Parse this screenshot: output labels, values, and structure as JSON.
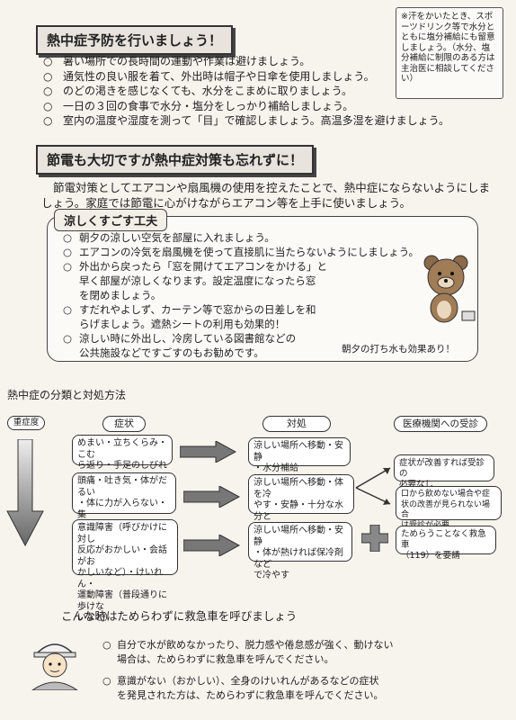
{
  "section1": {
    "title": "熱中症予防を行いましょう！",
    "note": "※汗をかいたとき、スポーツドリンク等で水分とともに塩分補給にも留意しましょう。（水分、塩分補給に制限のある方は主治医に相談してください）",
    "items": [
      "暑い場所での長時間の運動や作業は避けましょう。",
      "通気性の良い服を着て、外出時は帽子や日傘を使用しましょう。",
      "のどの渇きを感じなくても、水分をこまめに取りましょう。",
      "一日の３回の食事で水分・塩分をしっかり補給しましょう。",
      "室内の温度や湿度を測って「目」で確認しましょう。高温多湿を避けましょう。"
    ]
  },
  "section2": {
    "title": "節電も大切ですが熱中症対策も忘れずに！",
    "intro": "節電対策としてエアコンや扇風機の使用を控えたことで、熱中症にならないようにしましょう。家庭では節電に心がけながらエアコン等を上手に使いましょう。",
    "subtitle": "涼しくすごす工夫",
    "items": [
      "朝夕の涼しい空気を部屋に入れましょう。",
      "エアコンの冷気を扇風機を使って直接肌に当たらないようにしましょう。",
      "外出から戻ったら「窓を開けてエアコンをかける」と\n早く部屋が涼しくなります。設定温度になったら窓\nを閉めましょう。",
      "すだれやよしず、カーテン等で窓からの日差しを和\nらげましょう。遮熱シートの利用も効果的！",
      "涼しい時に外出し、冷房している図書館などの\n公共施設などですごすのもお勧めです。"
    ],
    "caption": "朝夕の打ち水も効果あり！"
  },
  "section3": {
    "title": "熱中症の分類と対処方法",
    "severity_label": "重症度",
    "col_symptom": "症状",
    "col_treatment": "対処",
    "col_medical": "医療機関への受診",
    "rows": [
      {
        "symptom": "めまい・立ちくらみ・こむ\nら返り・手足のしびれ",
        "treatment": "涼しい場所へ移動・安静\n・水分補給"
      },
      {
        "symptom": "頭痛・吐き気・体がだるい\n・体に力が入らない・集\n中力や判断力の低下",
        "treatment": "涼しい場所へ移動・体を冷\nやす・安静・十分な水分と\n塩分の補給"
      },
      {
        "symptom": "意識障害（呼びかけに対し\n反応がおかしい・会話がお\nかしいなど）・けいれん・\n運動障害（普段通りに歩けな\nいなど）",
        "treatment": "涼しい場所へ移動・安静\n・体が熱ければ保冷剤など\nで冷やす"
      }
    ],
    "medical": [
      "症状が改善すれば受診の\n必要なし",
      "口から飲めない場合や症\n状の改善が見られない場合\nは受診が必要",
      "ためらうことなく救急車\n（119）を要請"
    ]
  },
  "section4": {
    "title": "こんな時はためらわずに救急車を呼びましょう",
    "items": [
      "自分で水が飲めなかったり、脱力感や倦怠感が強く、動けない\n場合は、ためらわずに救急車を呼んでください。",
      "意識がない（おかしい）、全身のけいれんがあるなどの症状\nを発見された方は、ためらわずに救急車を呼んでください。"
    ]
  },
  "bullet": "○"
}
